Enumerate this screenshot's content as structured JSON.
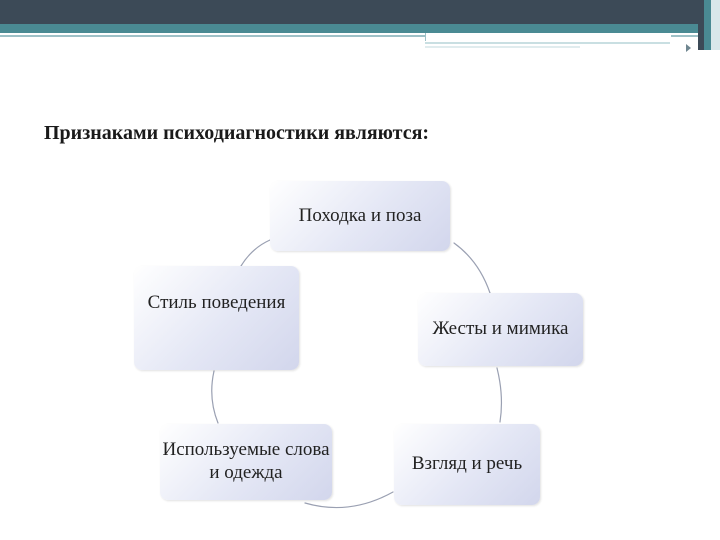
{
  "title": "Признаками  психодиагностики являются:",
  "diagram": {
    "type": "cycle",
    "nodes": [
      {
        "id": "gait",
        "text": "Походка и поза"
      },
      {
        "id": "gestures",
        "text": "Жесты и мимика"
      },
      {
        "id": "gaze",
        "text": "Взгляд и речь"
      },
      {
        "id": "words",
        "text": "Используемые слова и одежда"
      },
      {
        "id": "style",
        "text": "Стиль поведения"
      }
    ],
    "connector_color": "#9aa0b2"
  }
}
